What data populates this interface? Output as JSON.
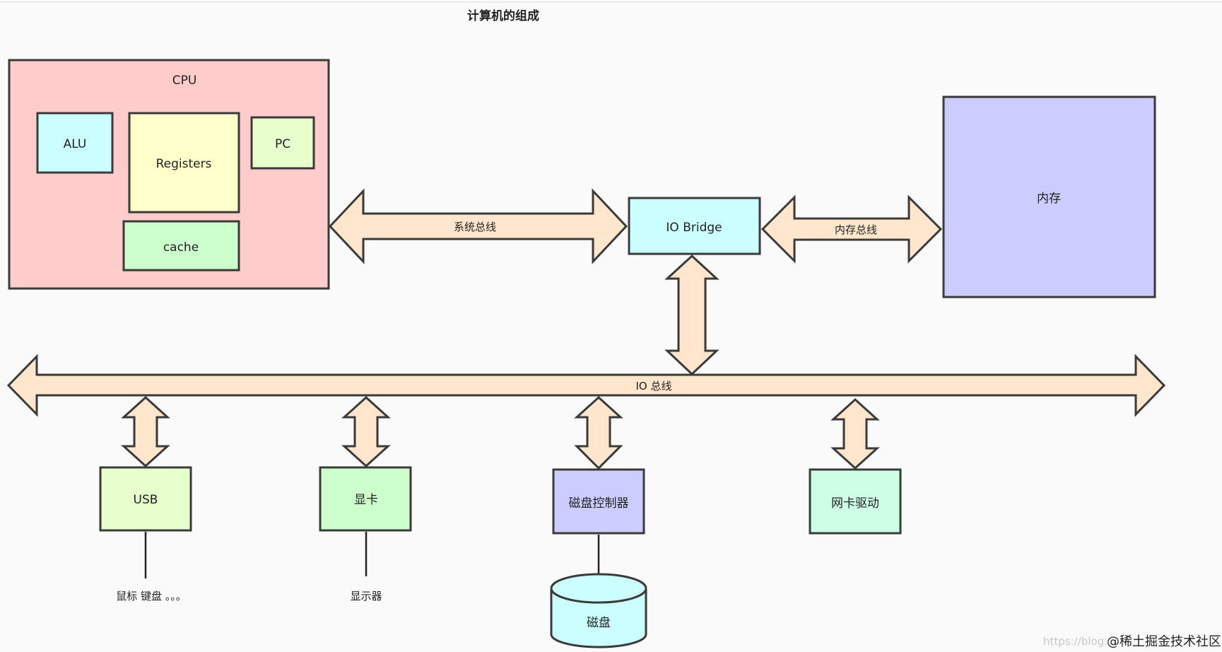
{
  "title": "计算机的组成",
  "colors": {
    "cpu": "#ffcccc",
    "alu": "#ccffff",
    "registers": "#ffffcc",
    "pc": "#e6ffcc",
    "cache": "#ccffcc",
    "io_bridge": "#ccffff",
    "memory": "#ccccff",
    "usb": "#e6ffcc",
    "gpu": "#ccffcc",
    "disk_controller": "#ccccff",
    "nic_driver": "#ccffe6",
    "disk": "#ccffff",
    "arrow_fill": "#ffe6cc",
    "stroke": "#3a3a3a"
  },
  "cpu": {
    "label": "CPU",
    "alu": "ALU",
    "registers": "Registers",
    "pc": "PC",
    "cache": "cache"
  },
  "io_bridge": "IO  Bridge",
  "memory": "内存",
  "buses": {
    "system_bus": "系统总线",
    "memory_bus": "内存总线",
    "io_bus": "IO 总线"
  },
  "devices": {
    "usb": "USB",
    "gpu": "显卡",
    "disk_controller": "磁盘控制器",
    "nic_driver": "网卡驱动",
    "disk": "磁盘"
  },
  "peripherals": {
    "mouse_keyboard": "鼠标 键盘 。。。",
    "monitor": "显示器"
  },
  "watermark": {
    "faint": "https://blog.",
    "main": "@稀土掘金技术社区"
  }
}
